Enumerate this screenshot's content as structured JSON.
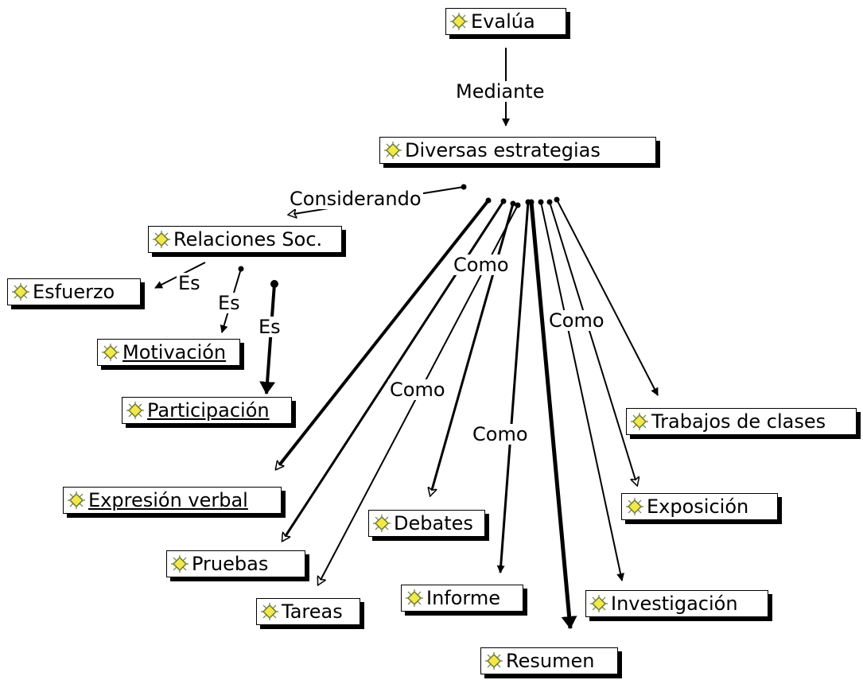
{
  "nodes": {
    "evalua": {
      "label": "Evalúa",
      "icon": "concept-diamond-icon"
    },
    "diversas": {
      "label": "Diversas estrategias",
      "icon": "concept-diamond-icon"
    },
    "relaciones": {
      "label": "Relaciones  Soc.",
      "icon": "concept-diamond-icon"
    },
    "esfuerzo": {
      "label": "Esfuerzo",
      "icon": "concept-diamond-icon"
    },
    "motivacion": {
      "label": "Motivación",
      "icon": "concept-diamond-icon"
    },
    "participacion": {
      "label": "Participación",
      "icon": "concept-diamond-icon"
    },
    "expresion": {
      "label": "Expresión verbal",
      "icon": "concept-diamond-icon"
    },
    "pruebas": {
      "label": " Pruebas",
      "icon": "concept-diamond-icon"
    },
    "tareas": {
      "label": "Tareas",
      "icon": "concept-diamond-icon"
    },
    "debates": {
      "label": "Debates",
      "icon": "concept-diamond-icon"
    },
    "informe": {
      "label": "Informe",
      "icon": "concept-diamond-icon"
    },
    "resumen": {
      "label": "Resumen",
      "icon": "concept-diamond-icon"
    },
    "investigacion": {
      "label": "Investigación",
      "icon": "concept-diamond-icon"
    },
    "exposicion": {
      "label": "Exposición",
      "icon": "concept-diamond-icon"
    },
    "trabajos": {
      "label": "Trabajos de clases",
      "icon": "concept-diamond-icon"
    }
  },
  "links": {
    "mediante": "Mediante",
    "considerando": "Considerando",
    "es1": "Es",
    "es2": "Es",
    "es3": "Es",
    "como1": "Como",
    "como2": "Como",
    "como3": "Como",
    "como4": "Como"
  },
  "colors": {
    "line": "#000000",
    "icon_fill": "#f2e84a",
    "icon_outline": "#6b7a33"
  }
}
